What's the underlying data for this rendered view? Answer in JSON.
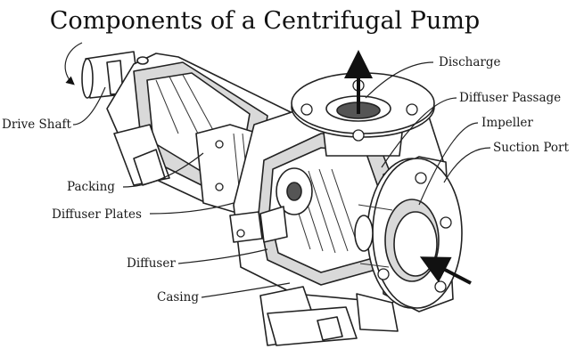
{
  "title": "Components of a Centrifugal Pump",
  "labels": {
    "discharge": "Discharge",
    "diffuser_passage": "Diffuser Passage",
    "impeller": "Impeller",
    "suction_port": "Suction Port",
    "drive_shaft": "Drive Shaft",
    "packing": "Packing",
    "diffuser_plates": "Diffuser Plates",
    "diffuser": "Diffuser",
    "casing": "Casing"
  },
  "colors": {
    "line": "#222222",
    "shade": "#d9d9d9",
    "background": "#ffffff"
  }
}
